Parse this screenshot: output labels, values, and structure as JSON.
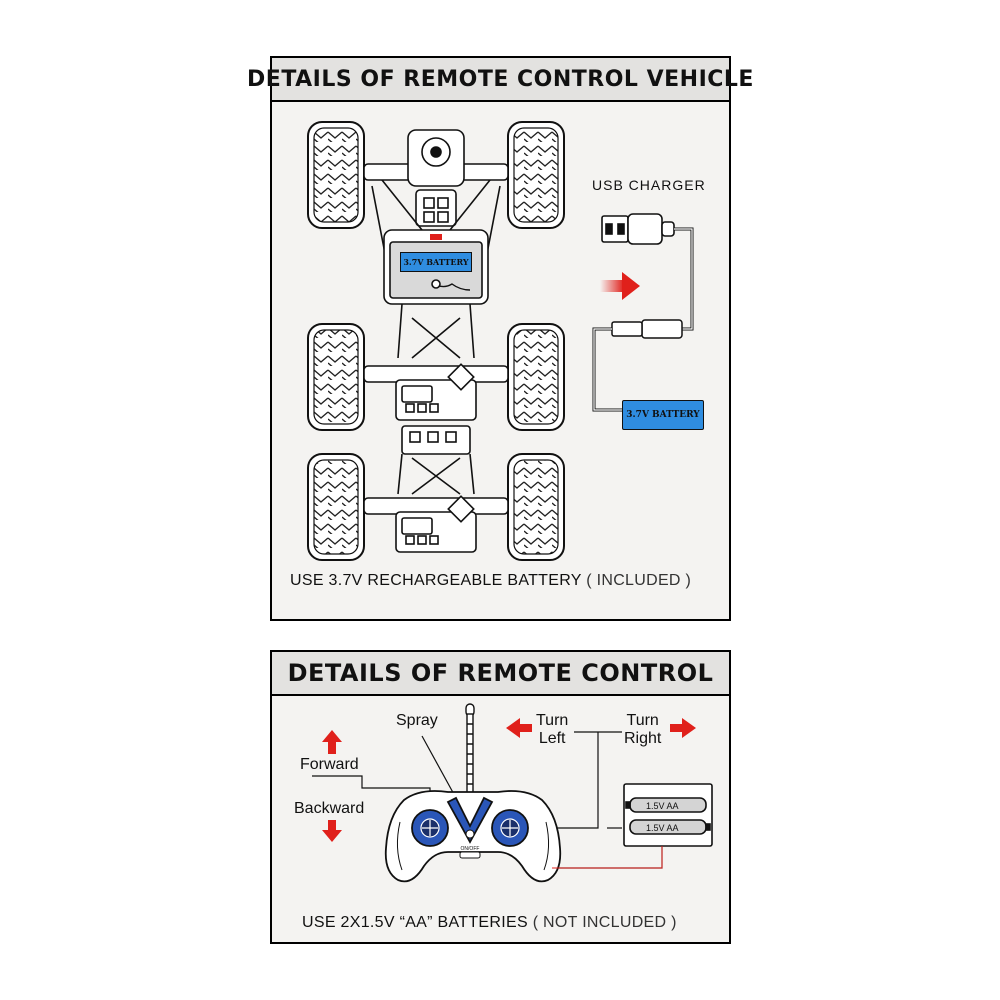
{
  "vehicle_panel": {
    "title": "DETAILS OF REMOTE CONTROL VEHICLE",
    "usb_charger_label": "USB CHARGER",
    "car_battery_label": "3.7V BATTERY",
    "charger_battery_label": "3.7V BATTERY",
    "note_main": "USE 3.7V RECHARGEABLE BATTERY",
    "note_paren": "( INCLUDED )"
  },
  "remote_panel": {
    "title": "DETAILS OF REMOTE CONTROL",
    "spray_label": "Spray",
    "turn_left_label_1": "Turn",
    "turn_left_label_2": "Left",
    "turn_right_label_1": "Turn",
    "turn_right_label_2": "Right",
    "forward_label": "Forward",
    "backward_label": "Backward",
    "battery_1_label": "1.5V AA",
    "battery_2_label": "1.5V AA",
    "switch_label": "ON/OFF",
    "note_main": "USE 2X1.5V “AA” BATTERIES",
    "note_paren": "( NOT INCLUDED )"
  },
  "colors": {
    "arrow_red": "#e0201b",
    "battery_blue": "#2f8de0",
    "stick_blue": "#2a56b8"
  }
}
